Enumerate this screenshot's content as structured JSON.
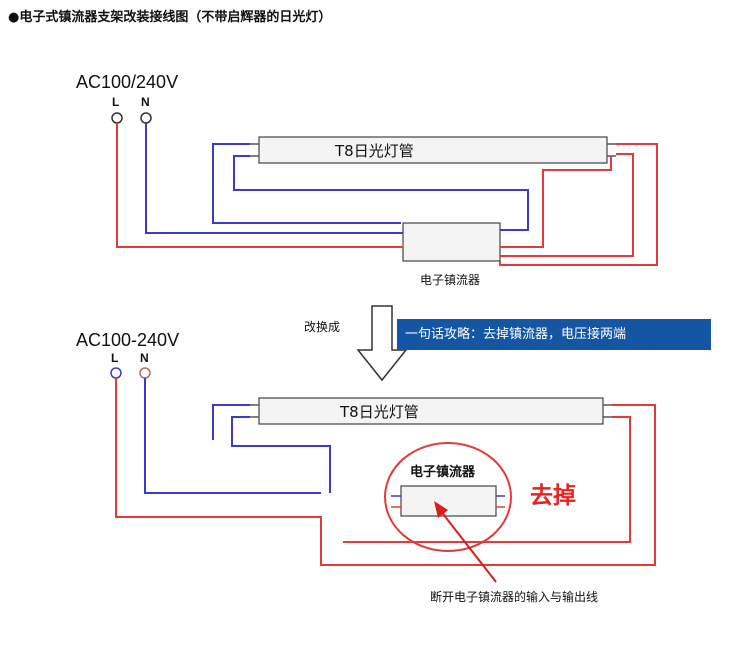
{
  "title": "●电子式镇流器支架改装接线图（不带启辉器的日光灯）",
  "top_diagram": {
    "supply": "AC100/240V",
    "terminal_l": "L",
    "terminal_n": "N",
    "tube_label": "T8日光灯管",
    "ballast_label": "电子镇流器"
  },
  "transition": {
    "label": "改换成",
    "banner": "一句话攻略：去掉镇流器，电压接两端"
  },
  "bottom_diagram": {
    "supply": "AC100-240V",
    "terminal_l": "L",
    "terminal_n": "N",
    "tube_label": "T8日光灯管",
    "ballast_label": "电子镇流器",
    "remove_label": "去掉",
    "note": "断开电子镇流器的输入与输出线"
  },
  "colors": {
    "live_wire": "#e23a3a",
    "neutral_wire": "#3a3ad0",
    "banner_bg": "#1556a4",
    "remove_text": "#e8231f"
  }
}
